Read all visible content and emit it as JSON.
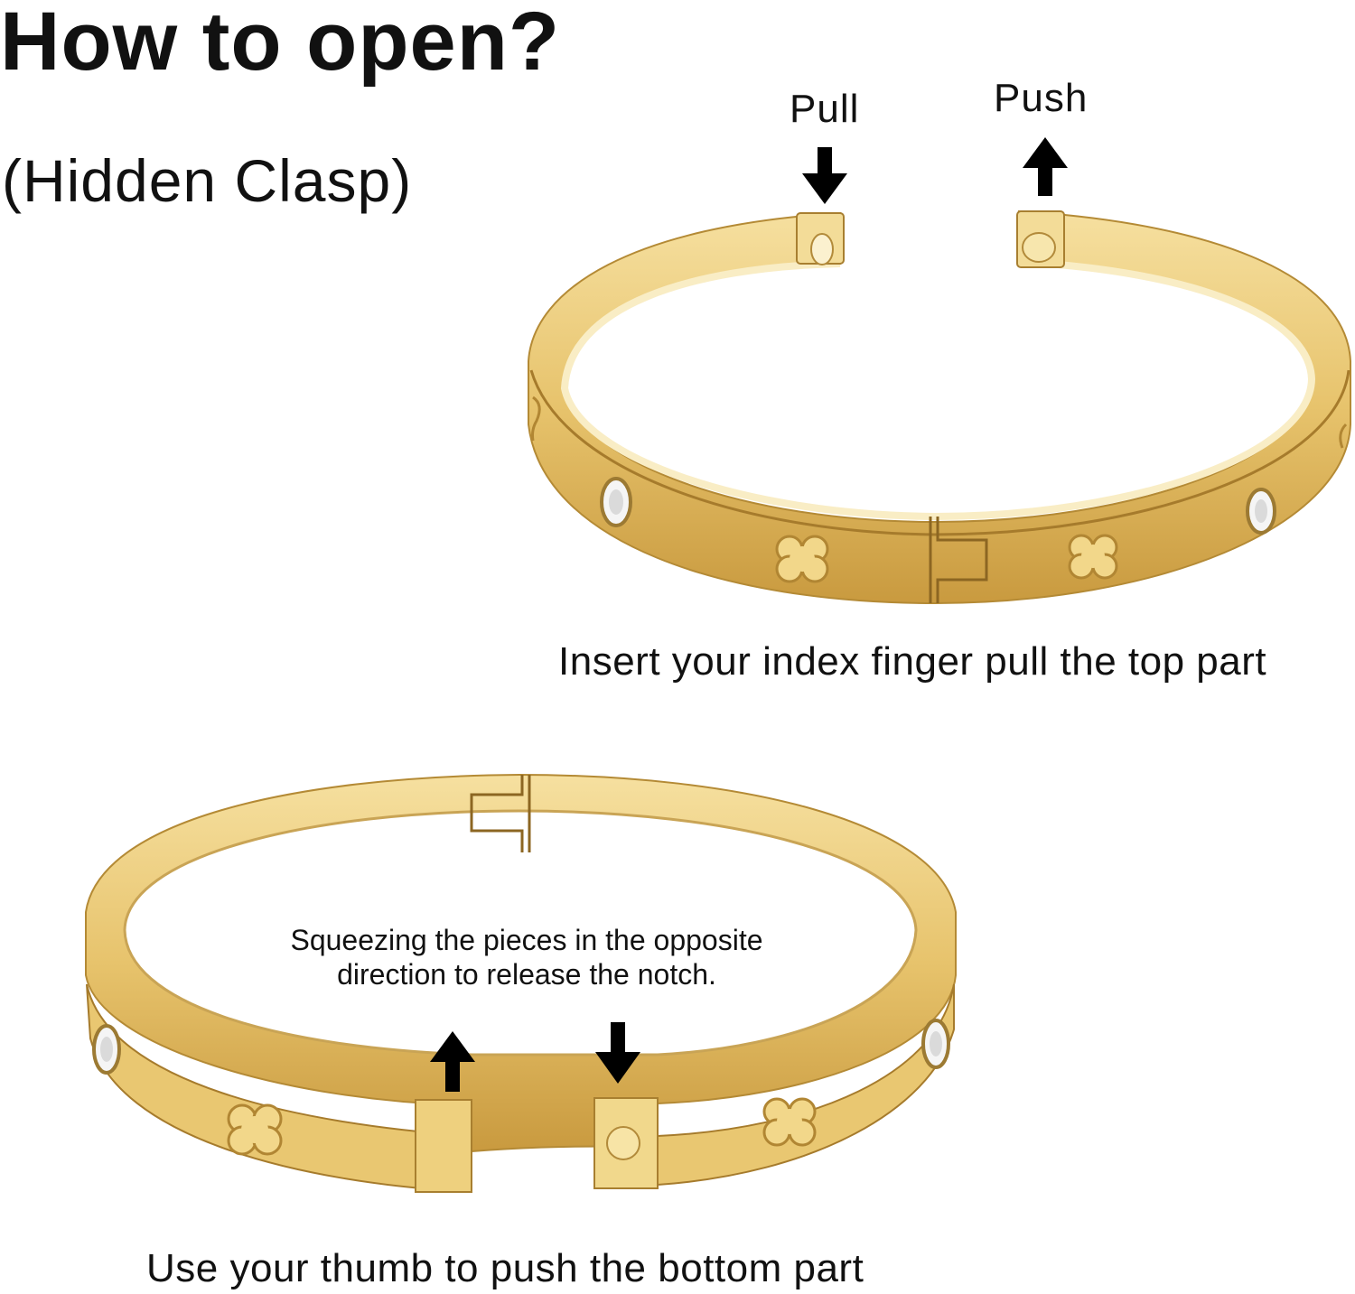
{
  "title": "How to open?",
  "subtitle": "(Hidden Clasp)",
  "step1": {
    "pull_label": "Pull",
    "push_label": "Push",
    "caption": "Insert your index finger pull the top part"
  },
  "step2": {
    "note_line1": "Squeezing the pieces in the opposite",
    "note_line2": "direction to release the notch.",
    "caption": "Use your thumb to push the bottom part"
  },
  "colors": {
    "gold_light": "#f7e4a6",
    "gold_mid": "#e6c66e",
    "gold_dark": "#b88d33",
    "arrow": "#000000"
  }
}
